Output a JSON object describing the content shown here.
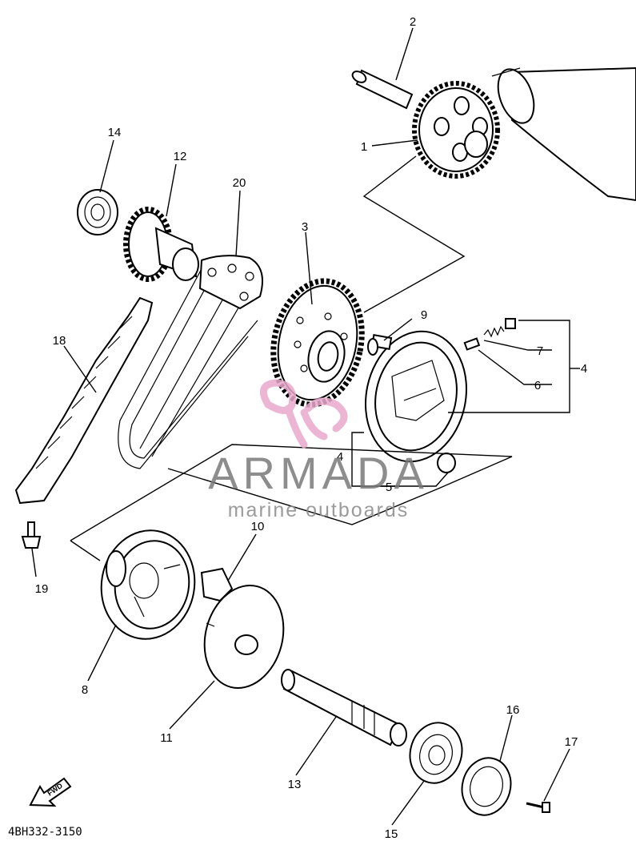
{
  "diagram": {
    "drawing_code": "4BH332-3150",
    "forward_label": "FWD",
    "callouts": [
      "1",
      "2",
      "3",
      "4",
      "4",
      "5",
      "6",
      "7",
      "8",
      "9",
      "10",
      "11",
      "12",
      "13",
      "14",
      "15",
      "16",
      "17",
      "18",
      "19",
      "20"
    ]
  },
  "watermark": {
    "title": "ARMADA",
    "subtitle": "marine outboards",
    "title_color": "#7a7a7a",
    "logo_color": "#e8a9cc"
  }
}
